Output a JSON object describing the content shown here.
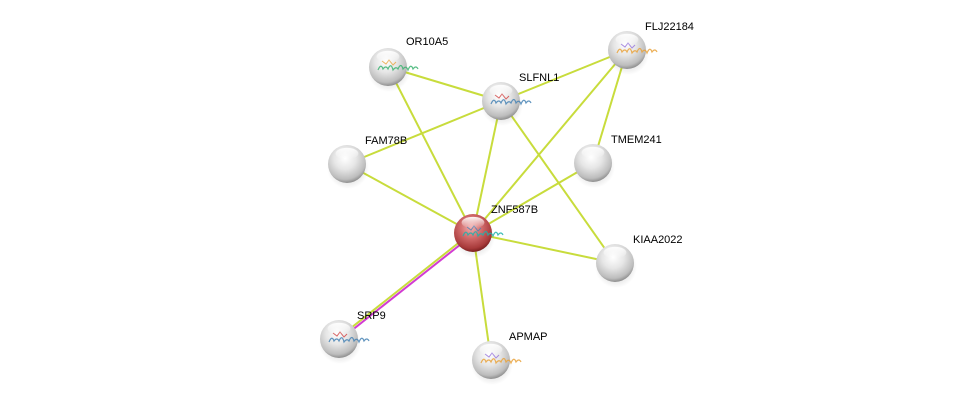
{
  "title": "Protein interaction network",
  "colors": {
    "edge_default": "#c8dc3c",
    "edge_experimental": "#d23cd2",
    "node_query": "#c44c4c",
    "node_default": "#d8d8d8",
    "background": "#ffffff"
  },
  "nodes": [
    {
      "id": "OR10A5",
      "label": "OR10A5",
      "query": false,
      "has_structure": true
    },
    {
      "id": "SLFNL1",
      "label": "SLFNL1",
      "query": false,
      "has_structure": true
    },
    {
      "id": "FLJ22184",
      "label": "FLJ22184",
      "query": false,
      "has_structure": true
    },
    {
      "id": "FAM78B",
      "label": "FAM78B",
      "query": false,
      "has_structure": false
    },
    {
      "id": "TMEM241",
      "label": "TMEM241",
      "query": false,
      "has_structure": false
    },
    {
      "id": "ZNF587B",
      "label": "ZNF587B",
      "query": true,
      "has_structure": true
    },
    {
      "id": "KIAA2022",
      "label": "KIAA2022",
      "query": false,
      "has_structure": false
    },
    {
      "id": "SRP9",
      "label": "SRP9",
      "query": false,
      "has_structure": true
    },
    {
      "id": "APMAP",
      "label": "APMAP",
      "query": false,
      "has_structure": true
    }
  ],
  "edges": [
    {
      "source": "OR10A5",
      "target": "SLFNL1",
      "types": [
        "textmining"
      ]
    },
    {
      "source": "OR10A5",
      "target": "ZNF587B",
      "types": [
        "textmining"
      ]
    },
    {
      "source": "SLFNL1",
      "target": "FLJ22184",
      "types": [
        "textmining"
      ]
    },
    {
      "source": "SLFNL1",
      "target": "FAM78B",
      "types": [
        "textmining"
      ]
    },
    {
      "source": "SLFNL1",
      "target": "ZNF587B",
      "types": [
        "textmining"
      ]
    },
    {
      "source": "SLFNL1",
      "target": "KIAA2022",
      "types": [
        "textmining"
      ]
    },
    {
      "source": "FLJ22184",
      "target": "ZNF587B",
      "types": [
        "textmining"
      ]
    },
    {
      "source": "FLJ22184",
      "target": "TMEM241",
      "types": [
        "textmining"
      ]
    },
    {
      "source": "TMEM241",
      "target": "ZNF587B",
      "types": [
        "textmining"
      ]
    },
    {
      "source": "FAM78B",
      "target": "ZNF587B",
      "types": [
        "textmining"
      ]
    },
    {
      "source": "ZNF587B",
      "target": "KIAA2022",
      "types": [
        "textmining"
      ]
    },
    {
      "source": "ZNF587B",
      "target": "APMAP",
      "types": [
        "textmining"
      ]
    },
    {
      "source": "ZNF587B",
      "target": "SRP9",
      "types": [
        "experimental",
        "textmining"
      ]
    }
  ]
}
